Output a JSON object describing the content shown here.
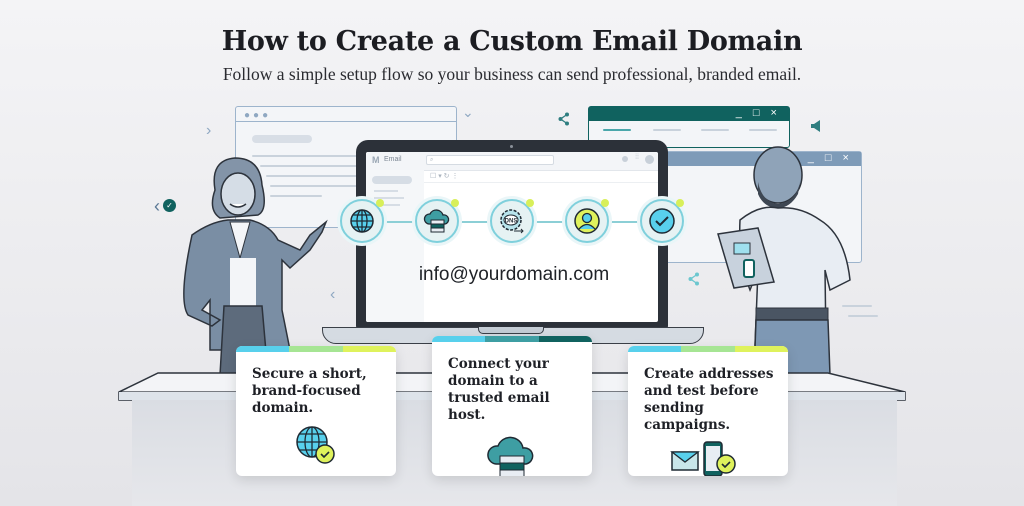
{
  "header": {
    "title": "How to Create a Custom Email Domain",
    "subtitle": "Follow a simple setup flow so your business can send professional, branded email."
  },
  "laptop": {
    "app_name": "Email",
    "search_placeholder": "",
    "email_address": "info@yourdomain.com",
    "steps": [
      {
        "icon": "globe-icon"
      },
      {
        "icon": "cloud-server-icon"
      },
      {
        "icon": "dns-gear-icon",
        "label": "DNS"
      },
      {
        "icon": "user-icon"
      },
      {
        "icon": "check-icon"
      }
    ]
  },
  "background_windows": {
    "window_controls": "_ □ ×"
  },
  "cards": [
    {
      "text": "Secure a short, brand-focused domain.",
      "icon": "globe-check-icon",
      "stripe": [
        "#58d0ec",
        "#a6e594",
        "#dff25c"
      ]
    },
    {
      "text": "Connect your domain to a trusted email host.",
      "icon": "cloud-server-icon",
      "stripe": [
        "#58d0ec",
        "#3e9ea3",
        "#10625f"
      ]
    },
    {
      "text": "Create addresses and test before sending campaigns.",
      "icon": "mail-phone-check-icon",
      "stripe": [
        "#58d0ec",
        "#a6e594",
        "#dff25c"
      ]
    }
  ],
  "colors": {
    "teal_dark": "#10625f",
    "teal": "#3e9ea3",
    "cyan": "#58d0ec",
    "lime": "#dff25c",
    "slate_blue": "#7e9bb8"
  }
}
